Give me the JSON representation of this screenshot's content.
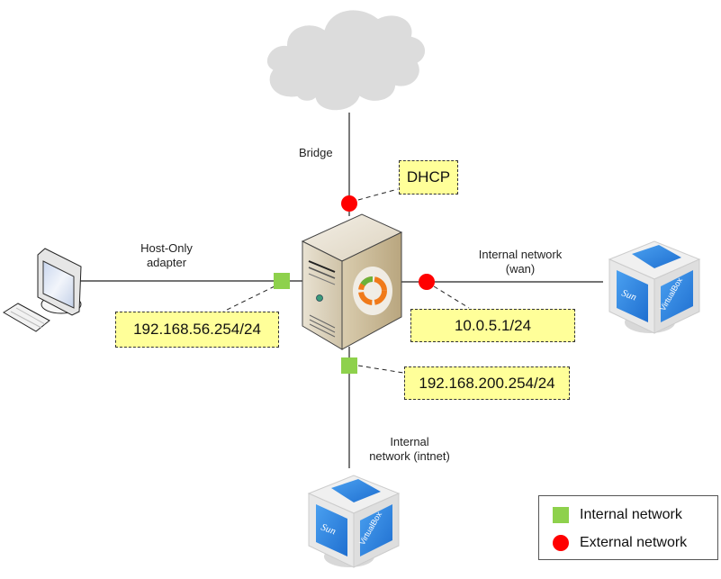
{
  "diagram": {
    "nodes": {
      "internet": {
        "name": "Internet cloud"
      },
      "router": {
        "name": "Router server"
      },
      "host": {
        "name": "Host computer"
      },
      "vm_wan": {
        "name": "VirtualBox VM (wan)",
        "logo_text": "VirtualBox",
        "brand": "Sun"
      },
      "vm_intnet": {
        "name": "VirtualBox VM (intnet)",
        "logo_text": "VirtualBox",
        "brand": "Sun"
      }
    },
    "links": {
      "bridge": {
        "label": "Bridge",
        "type": "external"
      },
      "host_only": {
        "label_line1": "Host-Only",
        "label_line2": "adapter",
        "type": "internal"
      },
      "wan": {
        "label_line1": "Internal network",
        "label_line2": "(wan)",
        "type": "external"
      },
      "intnet": {
        "label_line1": "Internal",
        "label_line2": "network (intnet)",
        "type": "internal"
      }
    },
    "callouts": {
      "dhcp": "DHCP",
      "host_only_ip": "192.168.56.254/24",
      "wan_ip": "10.0.5.1/24",
      "intnet_ip": "192.168.200.254/24"
    },
    "legend": {
      "internal": "Internal network",
      "external": "External network"
    },
    "colors": {
      "internal": "#8ed14c",
      "external": "#ff0000",
      "callout_fill": "#ffff99",
      "cloud": "#dcdcdc"
    }
  }
}
